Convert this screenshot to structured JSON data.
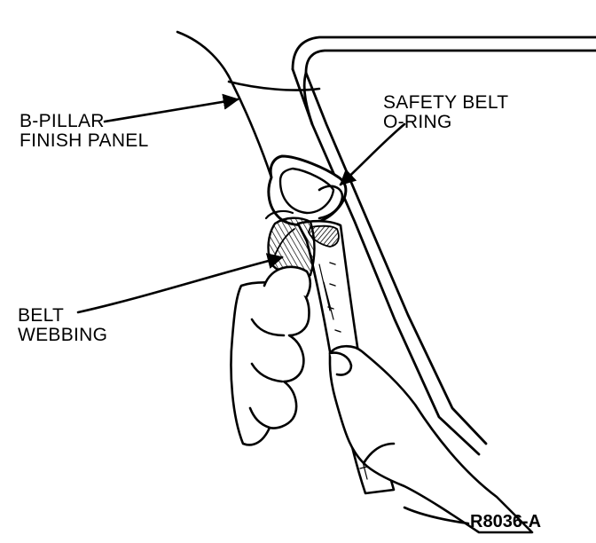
{
  "labels": {
    "b_pillar": [
      "B-PILLAR",
      "FINISH PANEL"
    ],
    "o_ring": [
      "SAFETY BELT",
      "O-RING"
    ],
    "webbing": [
      "BELT",
      "WEBBING"
    ],
    "figure_code": "R8036-A"
  },
  "colors": {
    "ink": "#000000",
    "paper": "#ffffff"
  }
}
